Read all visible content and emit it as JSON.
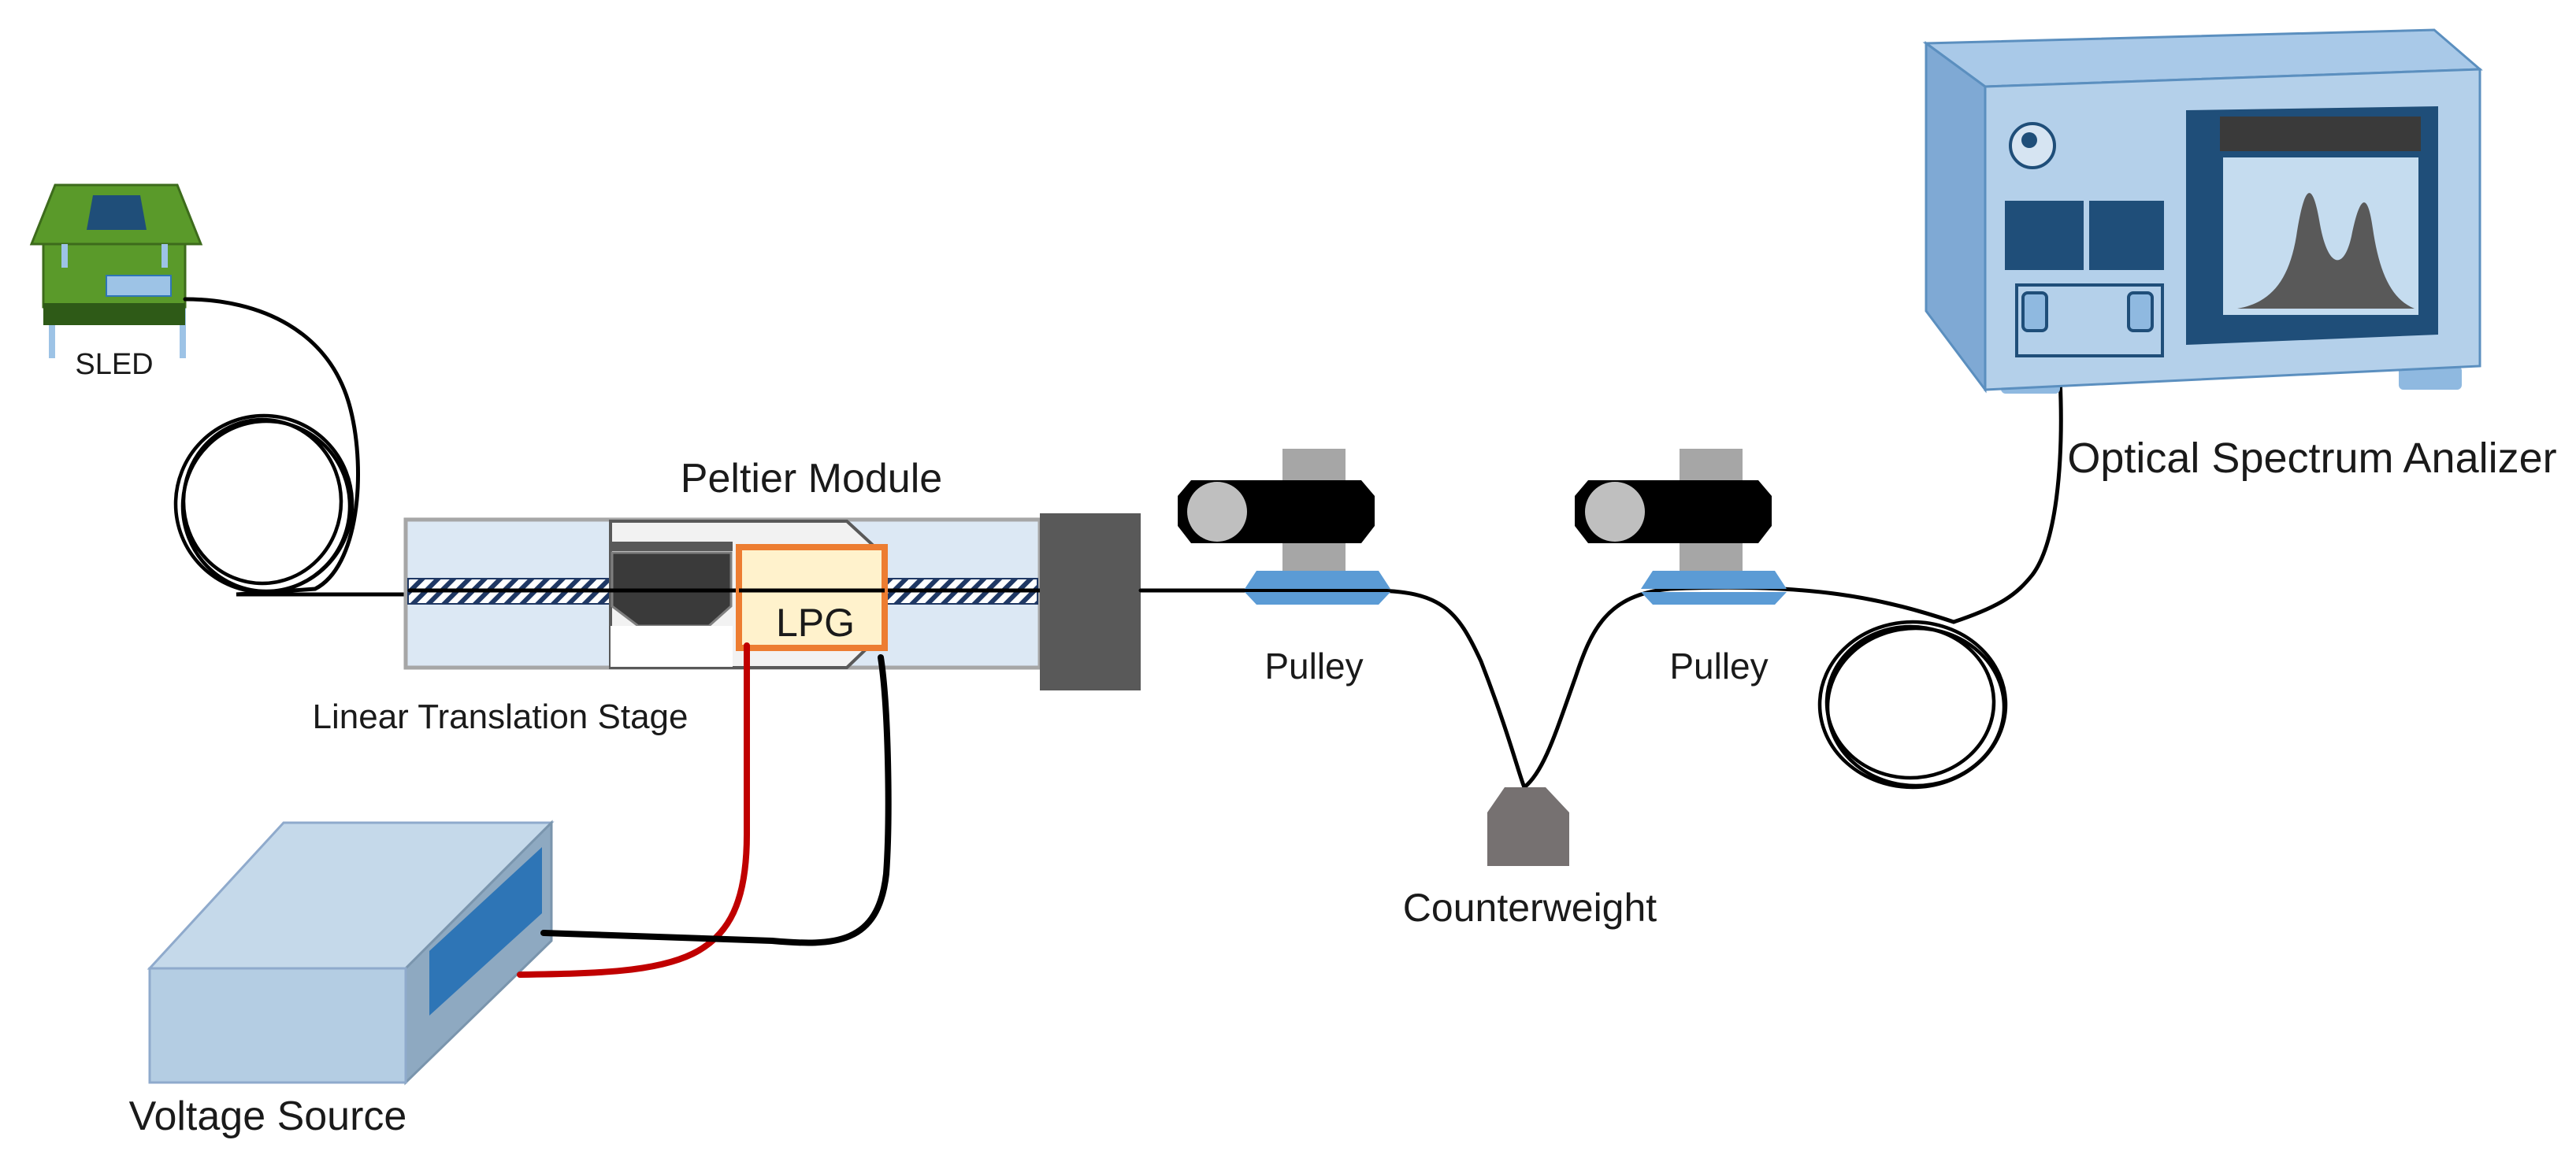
{
  "labels": {
    "sled": "SLED",
    "peltier": "Peltier Module",
    "lpg": "LPG",
    "stage": "Linear Translation Stage",
    "voltage": "Voltage Source",
    "pulley_left": "Pulley",
    "pulley_right": "Pulley",
    "counterweight": "Counterweight",
    "osa": "Optical Spectrum Analizer"
  },
  "colors": {
    "pcb_green": "#5a9a2a",
    "pcb_dark": "#2e5a17",
    "stage_fill": "#dce8f4",
    "lpg_fill": "#fff2cc",
    "lpg_border": "#ed7d31",
    "red_wire": "#c00000",
    "black_wire": "#000000",
    "pulley_blue": "#5b9bd5",
    "osa_body": "#8fb9e0",
    "osa_dark": "#1f4e79",
    "weight_gray": "#767171"
  }
}
